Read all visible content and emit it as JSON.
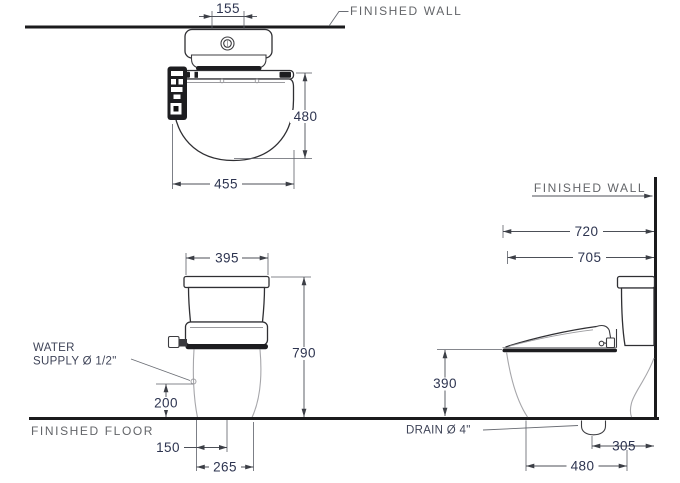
{
  "labels": {
    "finished_wall_top": "FINISHED WALL",
    "finished_wall_side": "FINISHED WALL",
    "finished_floor": "FINISHED FLOOR",
    "water_supply_line1": "WATER",
    "water_supply_line2": "SUPPLY Ø 1/2\"",
    "drain": "DRAIN Ø 4\""
  },
  "dims": {
    "top": {
      "tank_button_width": "155",
      "seat_depth": "480",
      "seat_width": "455"
    },
    "front": {
      "tank_width": "395",
      "total_height": "790",
      "supply_height": "200",
      "base_offset": "150",
      "base_width": "265"
    },
    "side": {
      "wall_to_front": "720",
      "wall_to_seat": "705",
      "seat_height": "390",
      "wall_to_drain": "305",
      "base_length": "480"
    }
  }
}
